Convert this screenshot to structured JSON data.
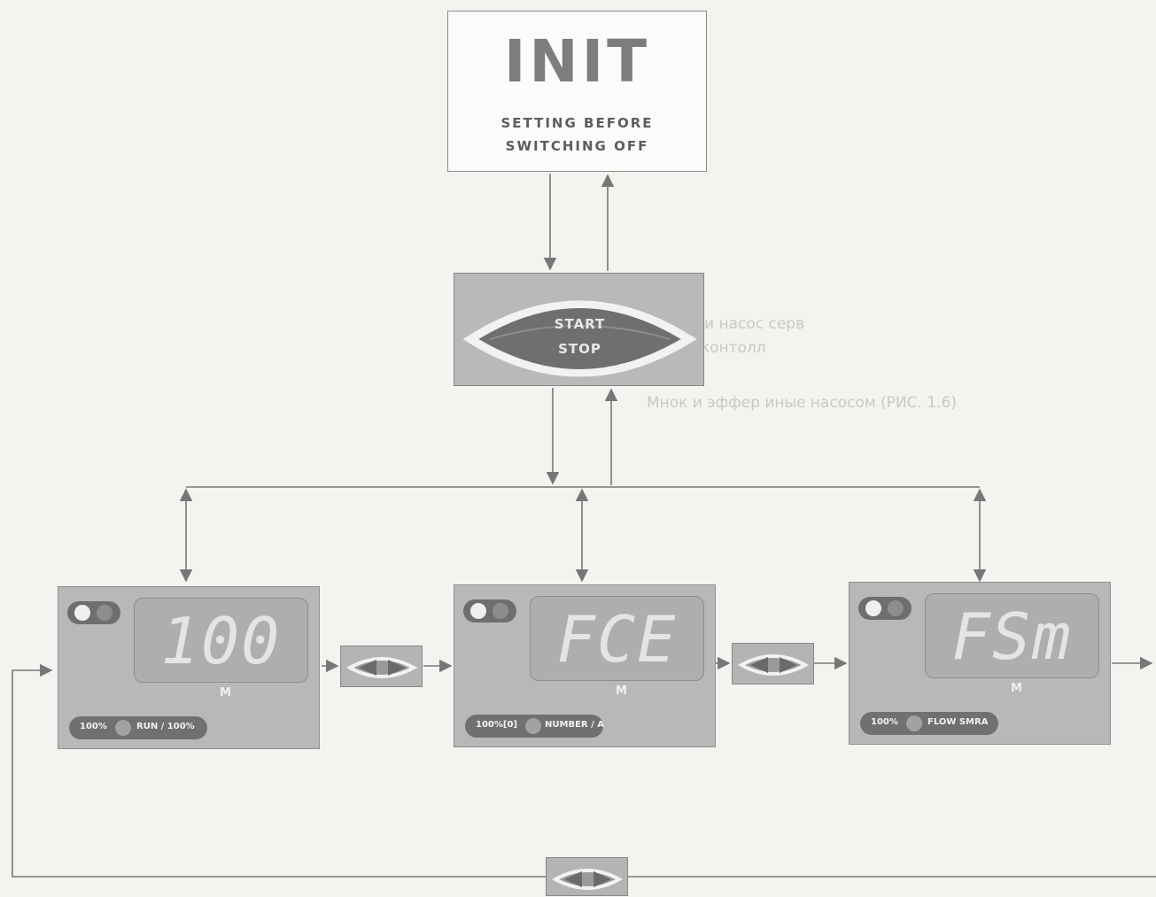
{
  "init": {
    "title": "INIT",
    "subtitle_line1": "SETTING BEFORE",
    "subtitle_line2": "SWITCHING OFF"
  },
  "start_stop": {
    "start_label": "START",
    "stop_label": "STOP"
  },
  "panels": [
    {
      "display": "100",
      "unit": "M",
      "mode_left": "100%",
      "mode_right": "RUN / 100%"
    },
    {
      "display": "FCE",
      "unit": "M",
      "mode_left": "100%[0]",
      "mode_right": "NUMBER / A"
    },
    {
      "display": "FSm",
      "unit": "M",
      "mode_left": "100%",
      "mode_right": "FLOW SMRA"
    }
  ],
  "nav_buttons": [
    {
      "icon": "left-right-arrows-icon"
    },
    {
      "icon": "left-right-arrows-icon"
    },
    {
      "icon": "left-right-arrows-icon"
    }
  ],
  "background_text": [
    "и насос серв",
    "утрексконтолл",
    "Мнок и эффер иные насосом (РИС. 1.6)"
  ],
  "colors": {
    "panel": "#b8b8b8",
    "screen_digits": "#e4e4e4",
    "start_stop_lens": "#6f6f6f",
    "lines": "#777777"
  }
}
